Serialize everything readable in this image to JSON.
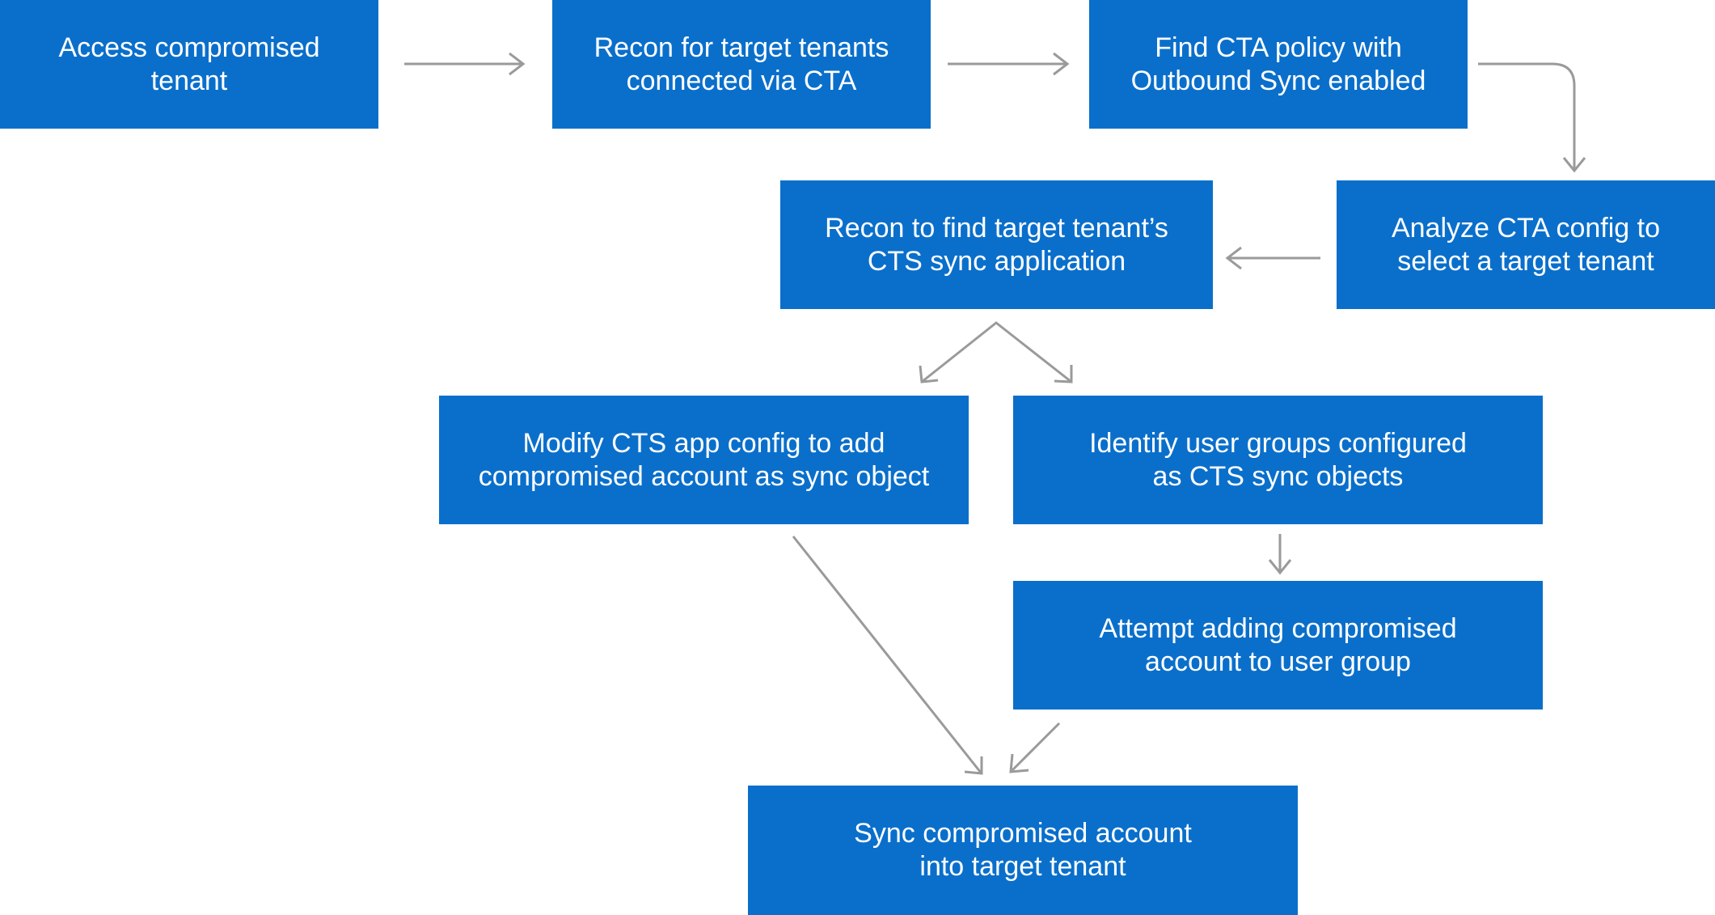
{
  "diagram": {
    "colors": {
      "box_fill": "#0a6fcb",
      "box_text": "#ffffff",
      "arrow": "#9a9a9a",
      "background": "#ffffff"
    },
    "nodes": {
      "access": {
        "line1": "Access compromised",
        "line2": "tenant"
      },
      "recon_targets": {
        "line1": "Recon for target tenants",
        "line2": "connected via CTA"
      },
      "find_policy": {
        "line1": "Find CTA policy with",
        "line2": "Outbound Sync enabled"
      },
      "analyze": {
        "line1": "Analyze CTA config to",
        "line2": "select a target tenant"
      },
      "recon_app": {
        "line1": "Recon to find target tenant’s",
        "line2": "CTS sync application"
      },
      "modify": {
        "line1": "Modify CTS app config to add",
        "line2": "compromised account as sync object"
      },
      "identify": {
        "line1": "Identify user groups configured",
        "line2": "as CTS sync objects"
      },
      "attempt": {
        "line1": "Attempt adding compromised",
        "line2": "account to user group"
      },
      "sync": {
        "line1": "Sync compromised account",
        "line2": "into target tenant"
      }
    },
    "edges": [
      {
        "from": "access",
        "to": "recon_targets"
      },
      {
        "from": "recon_targets",
        "to": "find_policy"
      },
      {
        "from": "find_policy",
        "to": "analyze"
      },
      {
        "from": "analyze",
        "to": "recon_app"
      },
      {
        "from": "recon_app",
        "to": "modify"
      },
      {
        "from": "recon_app",
        "to": "identify"
      },
      {
        "from": "identify",
        "to": "attempt"
      },
      {
        "from": "modify",
        "to": "sync"
      },
      {
        "from": "attempt",
        "to": "sync"
      }
    ]
  }
}
